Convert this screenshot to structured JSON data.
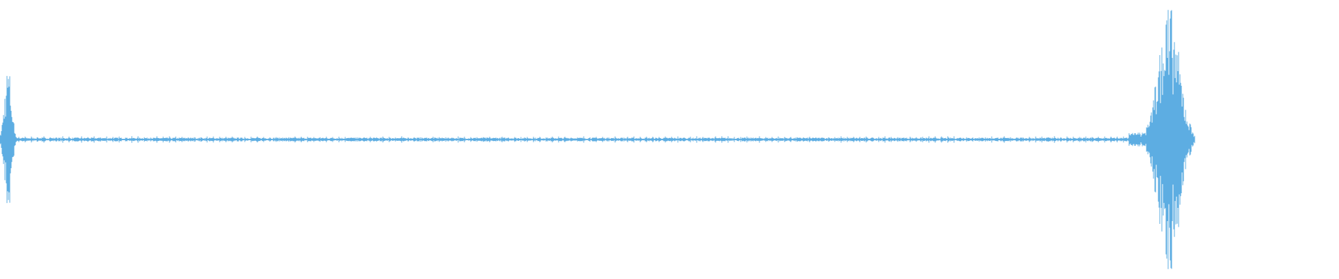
{
  "waveform": {
    "color": "#5dade2",
    "background": "#ffffff",
    "progress": 0,
    "bursts": [
      {
        "at": 0.006,
        "peak": 0.56,
        "width": 0.004
      },
      {
        "at": 0.873,
        "peak": 1.0,
        "width": 0.012
      }
    ],
    "noise_level": 0.01
  }
}
